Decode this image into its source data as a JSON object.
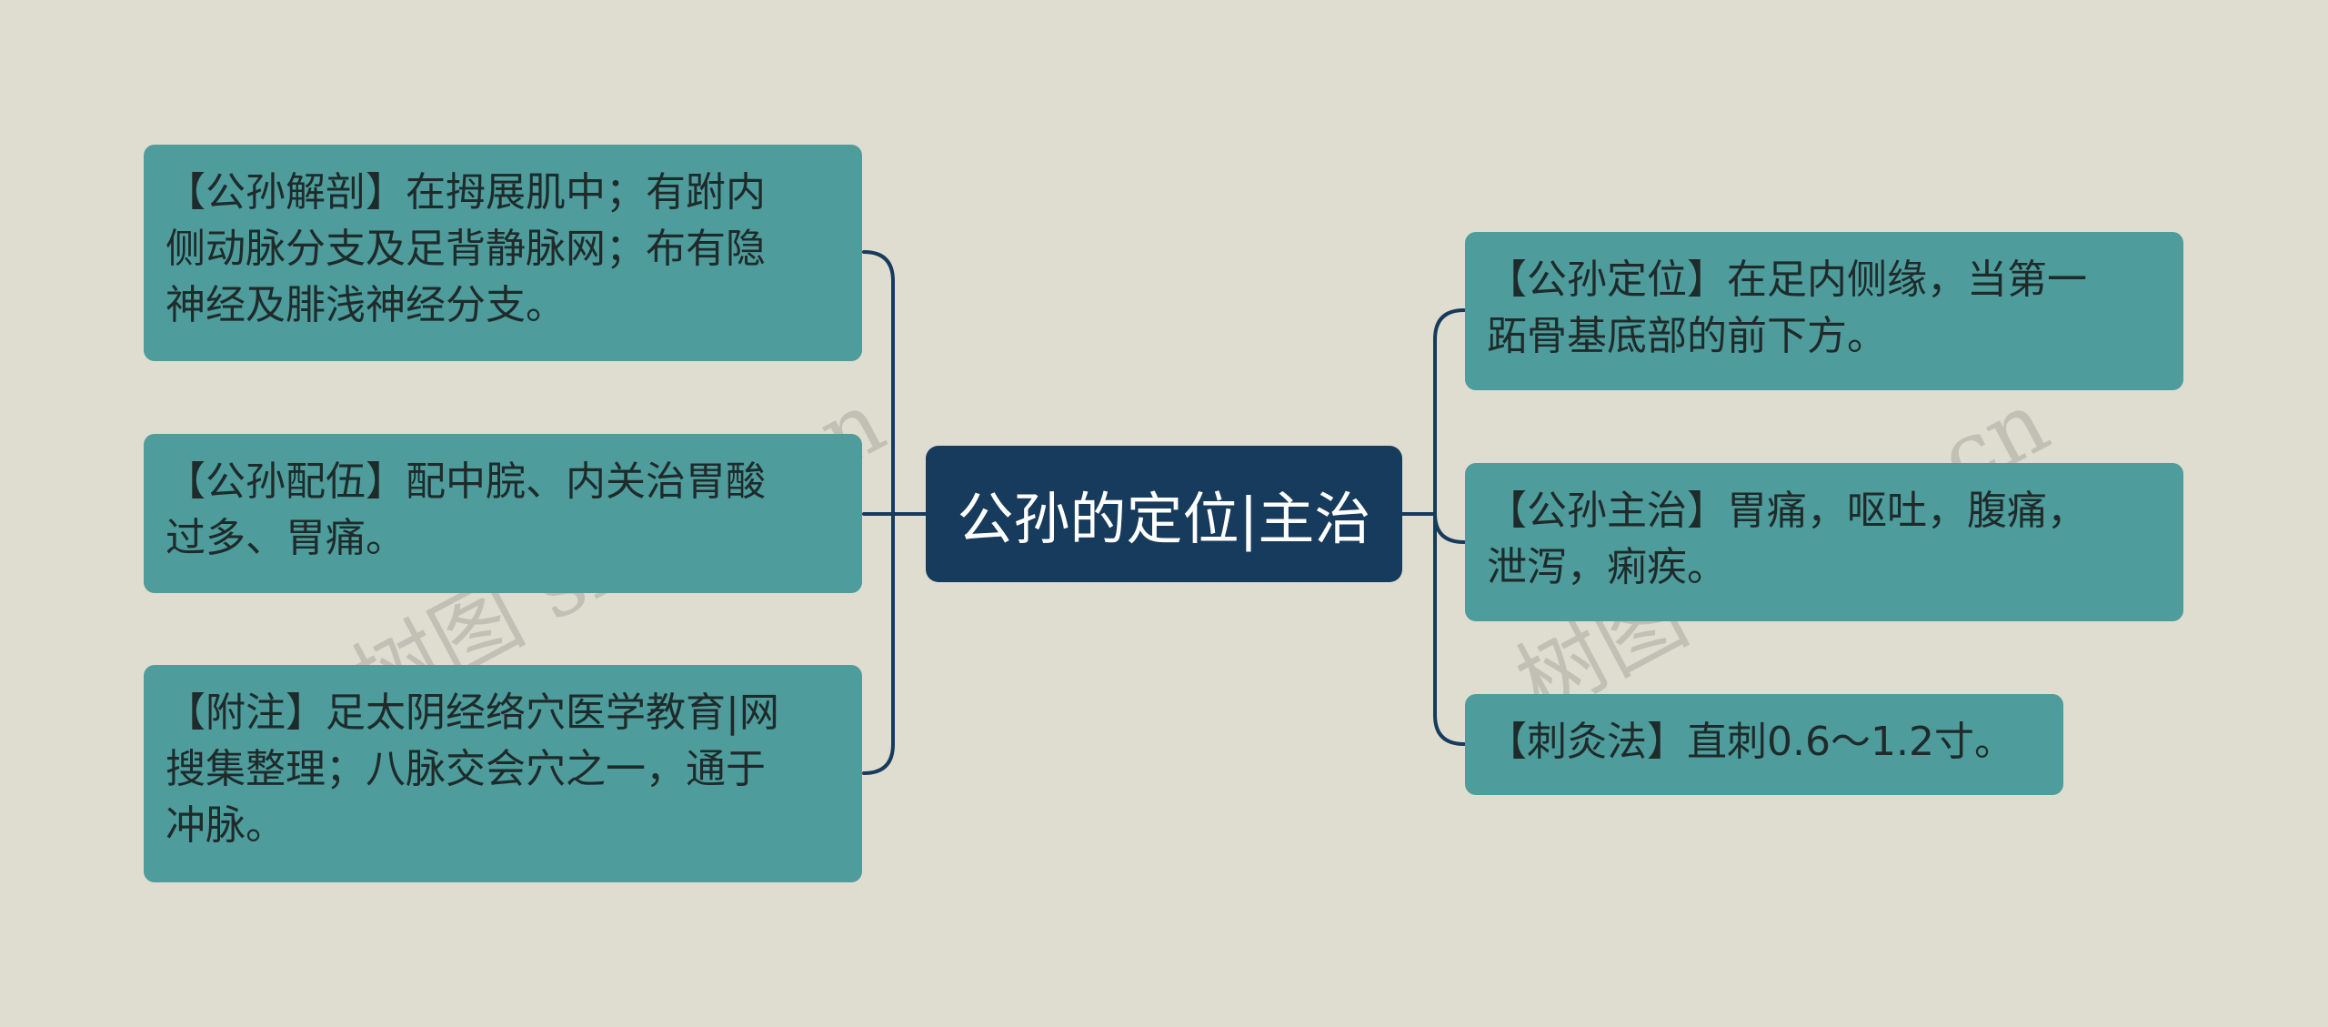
{
  "root": {
    "label": "公孙的定位|主治"
  },
  "left_nodes": [
    {
      "text": "【公孙解剖】在拇展肌中；有跗内\n侧动脉分支及足背静脉网；布有隐\n神经及腓浅神经分支。"
    },
    {
      "text": "【公孙配伍】配中脘、内关治胃酸\n过多、胃痛。"
    },
    {
      "text": "【附注】足太阴经络穴医学教育|网\n搜集整理；八脉交会穴之一，通于\n冲脉。"
    }
  ],
  "right_nodes": [
    {
      "text": "【公孙定位】在足内侧缘，当第一\n跖骨基底部的前下方。"
    },
    {
      "text": "【公孙主治】胃痛，呕吐，腹痛，\n泄泻，痢疾。"
    },
    {
      "text": "【刺灸法】直刺0.6～1.2寸。"
    }
  ],
  "watermarks": [
    "树图 shutu.cn",
    "树图 shutu.cn"
  ],
  "colors": {
    "background": "#dfddd0",
    "root_fill": "#173b5c",
    "node_fill": "#4e9c9c",
    "connector": "#173b5c"
  }
}
